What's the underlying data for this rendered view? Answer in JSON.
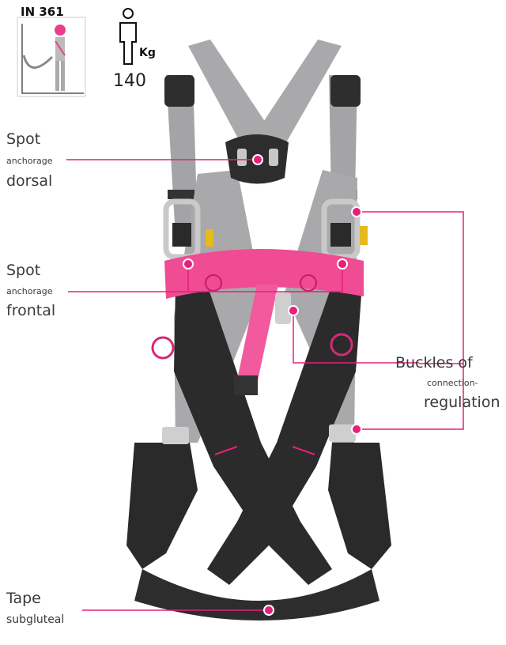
{
  "standard": {
    "code": "IN 361",
    "icon": "harness-user-icon"
  },
  "capacity": {
    "unit": "Kg",
    "value": "140",
    "icon": "person-weight-icon"
  },
  "labels": {
    "dorsal": {
      "line1": "Spot",
      "line2": "anchorage",
      "line3": "dorsal"
    },
    "frontal": {
      "line1": "Spot",
      "line2": "anchorage",
      "line3": "frontal"
    },
    "buckles": {
      "line1": "Buckles of",
      "line2": "connection-",
      "line3": "regulation"
    },
    "subgluteal": {
      "line1": "Tape",
      "line2": "subgluteal"
    }
  },
  "colors": {
    "accent": "#e5207a",
    "strap_gray": "#a9a9ab",
    "strap_dark": "#2b2b2b",
    "belt_pink": "#ef4c93"
  }
}
